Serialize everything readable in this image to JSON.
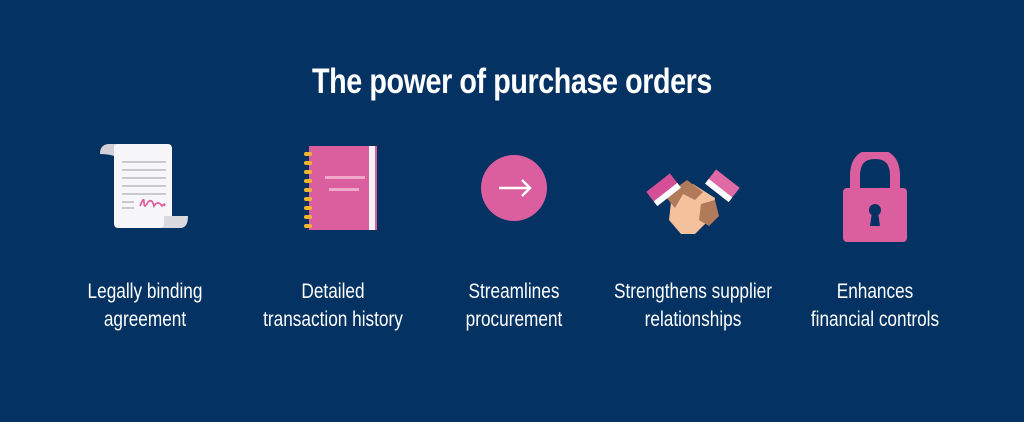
{
  "title": "The power of purchase orders",
  "colors": {
    "background": "#033263",
    "pink": "#db5f9e",
    "gold": "#f2b530",
    "white": "#ffffff"
  },
  "items": [
    {
      "icon": "scroll-document-icon",
      "line1": "Legally binding",
      "line2": "agreement"
    },
    {
      "icon": "notebook-icon",
      "line1": "Detailed",
      "line2": "transaction history"
    },
    {
      "icon": "arrow-circle-icon",
      "line1": "Streamlines",
      "line2": "procurement"
    },
    {
      "icon": "handshake-icon",
      "line1": "Strengthens supplier",
      "line2": "relationships"
    },
    {
      "icon": "padlock-icon",
      "line1": "Enhances",
      "line2": "financial controls"
    }
  ]
}
